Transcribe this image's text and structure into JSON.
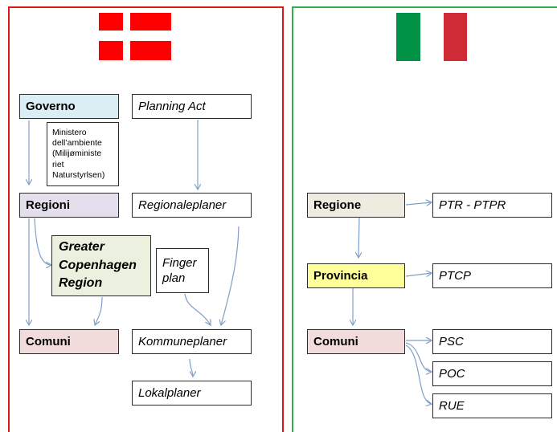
{
  "colors": {
    "denmark_border": "#d91a1a",
    "italy_border": "#2fae4b",
    "arrow": "#7f9fc8",
    "governo_fill": "#dbeef4",
    "regioni_fill": "#e4dfec",
    "greater_fill": "#ebf1de",
    "comuni_fill": "#f2dcdb",
    "regione_fill": "#eeece1",
    "provincia_fill": "#ffff99",
    "flag_red": "#ff0000",
    "italy_green": "#009246",
    "italy_red": "#ce2b37"
  },
  "denmark": {
    "governo": "Governo",
    "ministero": [
      "Ministero",
      "dell’ambiente",
      "(Milijøministe",
      "riet",
      "Naturstyrlsen)"
    ],
    "regioni": "Regioni",
    "greater": [
      "Greater",
      "Copenhagen",
      "Region"
    ],
    "comuni": "Comuni",
    "planning_act": "Planning Act",
    "regionaleplaner": "Regionaleplaner",
    "finger": [
      "Finger",
      "plan"
    ],
    "kommuneplaner": "Kommuneplaner",
    "lokalplaner": "Lokalplaner"
  },
  "italy": {
    "regione": "Regione",
    "provincia": "Provincia",
    "comuni": "Comuni",
    "ptr": "PTR - PTPR",
    "ptcp": "PTCP",
    "psc": "PSC",
    "poc": "POC",
    "rue": "RUE"
  }
}
